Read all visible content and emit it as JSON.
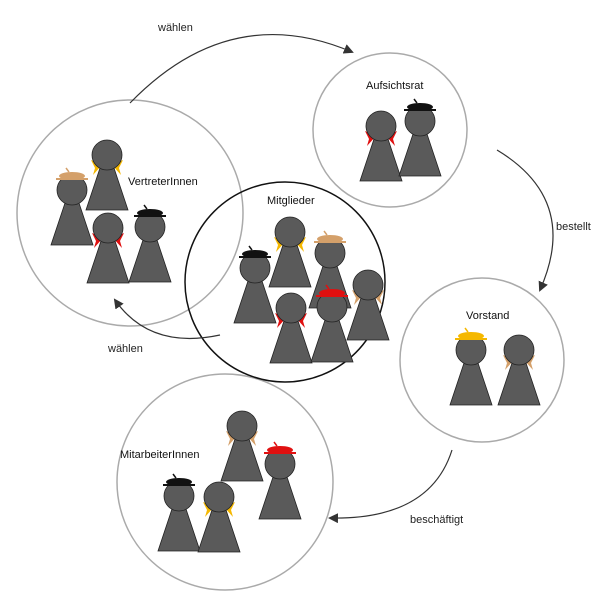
{
  "groups": {
    "vertreter": {
      "label": "VertreterInnen"
    },
    "aufsichtsrat": {
      "label": "Aufsichtsrat"
    },
    "mitglieder": {
      "label": "Mitglieder"
    },
    "vorstand": {
      "label": "Vorstand"
    },
    "mitarbeiter": {
      "label": "MitarbeiterInnen"
    }
  },
  "arrows": {
    "top": {
      "label": "wählen"
    },
    "right": {
      "label": "bestellt"
    },
    "bottom": {
      "label": "beschäftigt"
    },
    "left": {
      "label": "wählen"
    }
  },
  "colors": {
    "figure": "#5a5a5a",
    "yellow": "#f5b800",
    "red": "#e01010",
    "tan": "#d4a06a",
    "black": "#111111",
    "circle": "#aaaaaa"
  },
  "figures": [
    {
      "group": "vertreter",
      "accessory": "hat",
      "color": "tan"
    },
    {
      "group": "vertreter",
      "accessory": "collar",
      "color": "yellow"
    },
    {
      "group": "vertreter",
      "accessory": "collar",
      "color": "red"
    },
    {
      "group": "vertreter",
      "accessory": "hat",
      "color": "black"
    },
    {
      "group": "aufsichtsrat",
      "accessory": "collar",
      "color": "red"
    },
    {
      "group": "aufsichtsrat",
      "accessory": "hat",
      "color": "black"
    },
    {
      "group": "mitglieder",
      "accessory": "hat",
      "color": "black"
    },
    {
      "group": "mitglieder",
      "accessory": "collar",
      "color": "yellow"
    },
    {
      "group": "mitglieder",
      "accessory": "hat",
      "color": "tan"
    },
    {
      "group": "mitglieder",
      "accessory": "collar",
      "color": "tan"
    },
    {
      "group": "mitglieder",
      "accessory": "collar",
      "color": "red"
    },
    {
      "group": "mitglieder",
      "accessory": "hat",
      "color": "red"
    },
    {
      "group": "vorstand",
      "accessory": "hat",
      "color": "yellow"
    },
    {
      "group": "vorstand",
      "accessory": "collar",
      "color": "tan"
    },
    {
      "group": "mitarbeiter",
      "accessory": "collar",
      "color": "tan"
    },
    {
      "group": "mitarbeiter",
      "accessory": "hat",
      "color": "black"
    },
    {
      "group": "mitarbeiter",
      "accessory": "collar",
      "color": "yellow"
    },
    {
      "group": "mitarbeiter",
      "accessory": "hat",
      "color": "red"
    }
  ]
}
